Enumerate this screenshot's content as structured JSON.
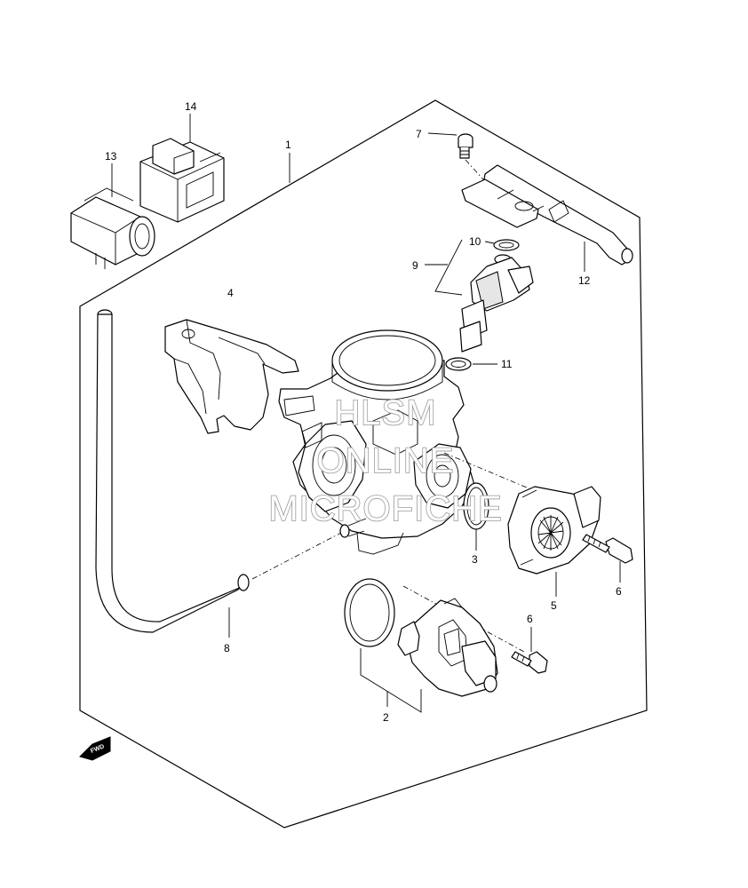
{
  "callouts": {
    "c1": "1",
    "c2": "2",
    "c3": "3",
    "c4": "4",
    "c5": "5",
    "c6a": "6",
    "c6b": "6",
    "c7": "7",
    "c8": "8",
    "c9": "9",
    "c10": "10",
    "c11": "11",
    "c12": "12",
    "c13": "13",
    "c14": "14"
  },
  "fwd_label": "FWD",
  "watermark": {
    "line1": "HLSM",
    "line2": "ONLINE",
    "line3": "MICROFICHE"
  },
  "colors": {
    "line": "#000000",
    "watermark": "#9a9a9a",
    "background": "#ffffff"
  }
}
